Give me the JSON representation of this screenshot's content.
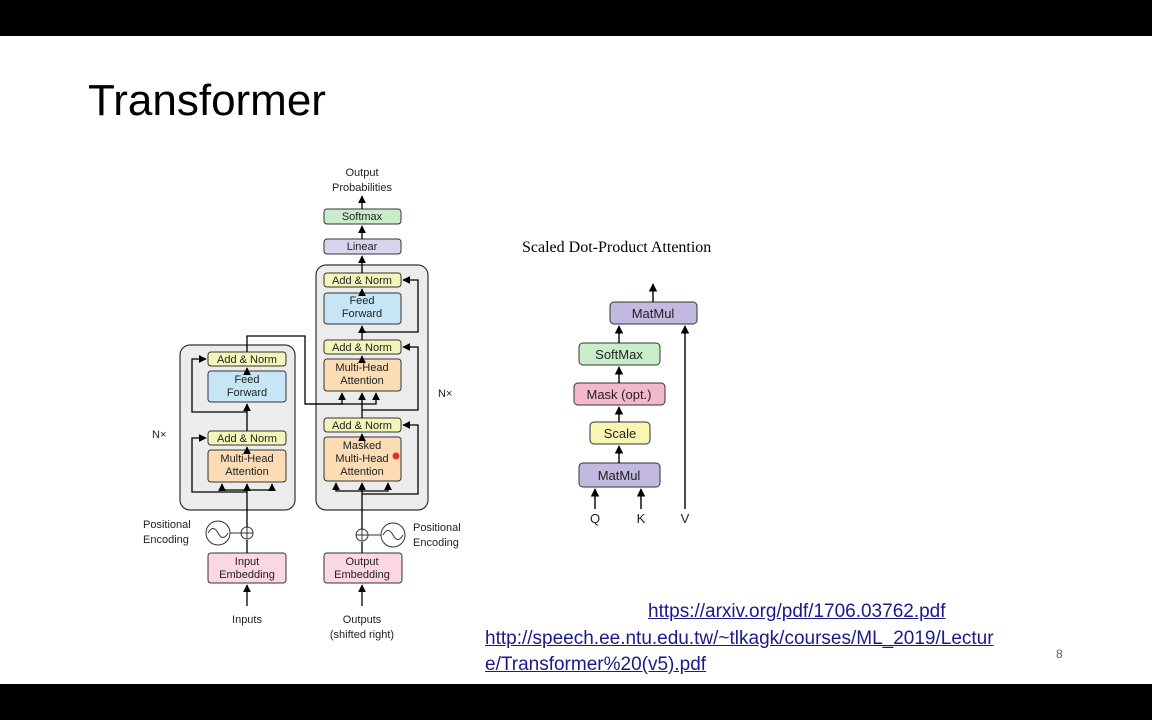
{
  "slide": {
    "title": "Transformer",
    "page_number": "8",
    "links": {
      "arxiv": "https://arxiv.org/pdf/1706.03762.pdf",
      "ntu_line1": "http://speech.ee.ntu.edu.tw/~tlkagk/courses/ML_2019/Lectur",
      "ntu_line2": "e/Transformer%20(v5).pdf"
    }
  },
  "transformer": {
    "output_probabilities": [
      "Output",
      "Probabilities"
    ],
    "softmax": "Softmax",
    "linear": "Linear",
    "add_norm": "Add & Norm",
    "feed_forward": [
      "Feed",
      "Forward"
    ],
    "multi_head_attention": [
      "Multi-Head",
      "Attention"
    ],
    "masked_multi_head_attention": [
      "Masked",
      "Multi-Head",
      "Attention"
    ],
    "nx": "N×",
    "positional_encoding": [
      "Positional",
      "Encoding"
    ],
    "input_embedding": [
      "Input",
      "Embedding"
    ],
    "output_embedding": [
      "Output",
      "Embedding"
    ],
    "inputs": "Inputs",
    "outputs": [
      "Outputs",
      "(shifted right)"
    ]
  },
  "scaled_dot_product": {
    "title": "Scaled Dot-Product Attention",
    "matmul_top": "MatMul",
    "softmax": "SoftMax",
    "mask": "Mask (opt.)",
    "scale": "Scale",
    "matmul_bottom": "MatMul",
    "inputs": [
      "Q",
      "K",
      "V"
    ]
  },
  "colors": {
    "add_norm": "#f3f6b9",
    "feed_forward": "#c6e6f5",
    "attention": "#fbdcb4",
    "embedding": "#fbd7e1",
    "linear": "#d8d4ee",
    "softmax": "#c9ecc9",
    "matmul": "#c2b8e0",
    "mask": "#f4b8cc",
    "scale": "#f8f6b0",
    "link": "#1a1a8c"
  }
}
